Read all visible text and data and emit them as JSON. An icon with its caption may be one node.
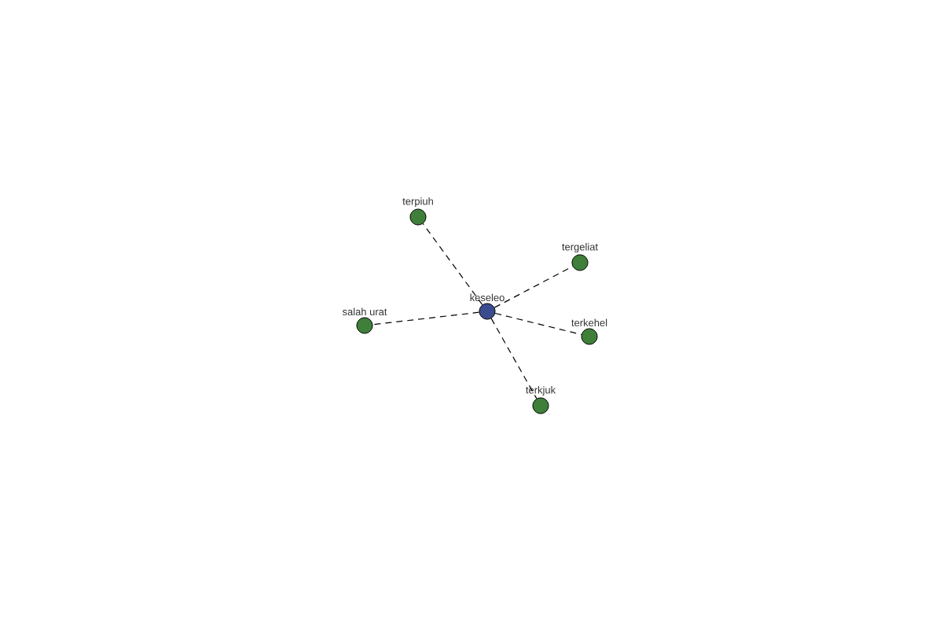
{
  "diagram": {
    "nodes": [
      {
        "text": [
          "keseleo"
        ]
      },
      {
        "text": [
          "terpiuh"
        ]
      },
      {
        "text": [
          "tergeliat"
        ]
      },
      {
        "text": [
          "salah urat"
        ]
      },
      {
        "text": [
          "terkehel"
        ]
      },
      {
        "text": [
          "terkjuk"
        ]
      }
    ],
    "edges": [
      {
        "from": 0,
        "to": 1,
        "arrow": "none"
      },
      {
        "from": 0,
        "to": 2,
        "arrow": "none"
      },
      {
        "from": 0,
        "to": 3,
        "arrow": "none"
      },
      {
        "from": 0,
        "to": 4,
        "arrow": "none"
      },
      {
        "from": 0,
        "to": 5,
        "arrow": "none"
      }
    ]
  }
}
